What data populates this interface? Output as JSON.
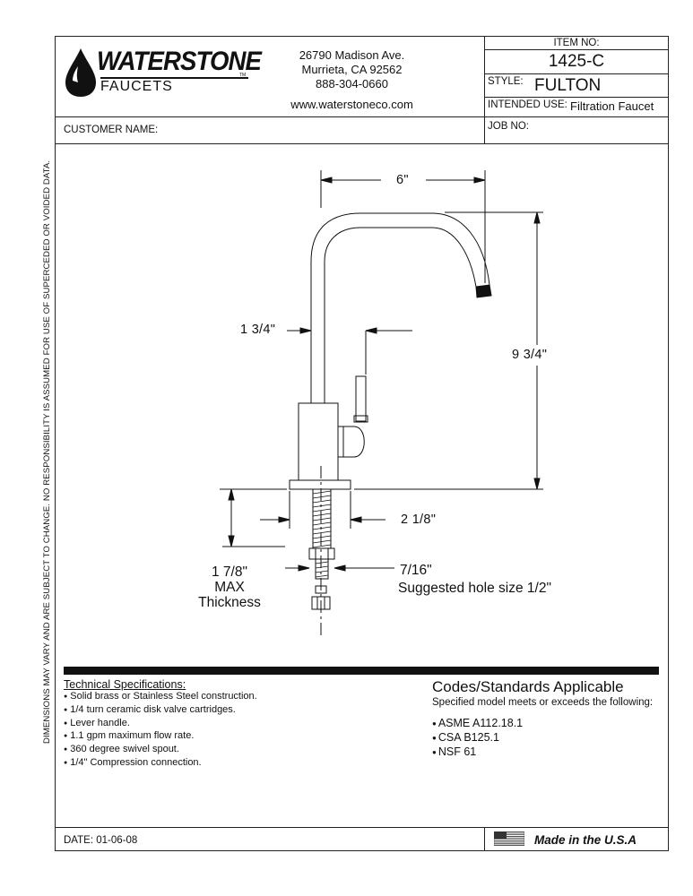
{
  "side_note": "DIMENSIONS MAY VARY AND ARE SUBJECT TO CHANGE. NO RESPONSIBILITY IS ASSUMED FOR USE OF SUPERCEDED OR VOIDED DATA.",
  "logo": {
    "brand": "WATERSTONE",
    "sub": "FAUCETS",
    "tm": "TM"
  },
  "address": {
    "line1": "26790 Madison Ave.",
    "line2": "Murrieta, CA 92562",
    "phone": "888-304-0660",
    "web": "www.waterstoneco.com"
  },
  "item": {
    "item_no_label": "ITEM NO:",
    "item_no": "1425-C",
    "style_label": "STYLE:",
    "style": "FULTON",
    "intended_use_label": "INTENDED USE:",
    "intended_use": "Filtration Faucet",
    "job_no_label": "JOB NO:"
  },
  "customer_label": "CUSTOMER NAME:",
  "dimensions": {
    "width": "6\"",
    "height": "9 3/4\"",
    "spout_offset": "1 3/4\"",
    "base": "2 1/8\"",
    "thickness_value": "1 7/8\"",
    "thickness_line2": "MAX",
    "thickness_line3": "Thickness",
    "nut": "7/16\"",
    "hole": "Suggested hole size 1/2\""
  },
  "specs": {
    "title": "Technical Specifications:",
    "items": [
      "Solid brass or Stainless Steel construction.",
      "1/4 turn ceramic disk valve cartridges.",
      "Lever handle.",
      "1.1 gpm maximum flow rate.",
      "360 degree swivel spout.",
      "1/4\" Compression connection."
    ]
  },
  "codes": {
    "title": "Codes/Standards Applicable",
    "subtitle": "Specified model meets or exceeds the following:",
    "items": [
      "ASME A112.18.1",
      "CSA B125.1",
      "NSF 61"
    ]
  },
  "footer": {
    "date": "DATE: 01-06-08",
    "made": "Made in the U.S.A"
  }
}
